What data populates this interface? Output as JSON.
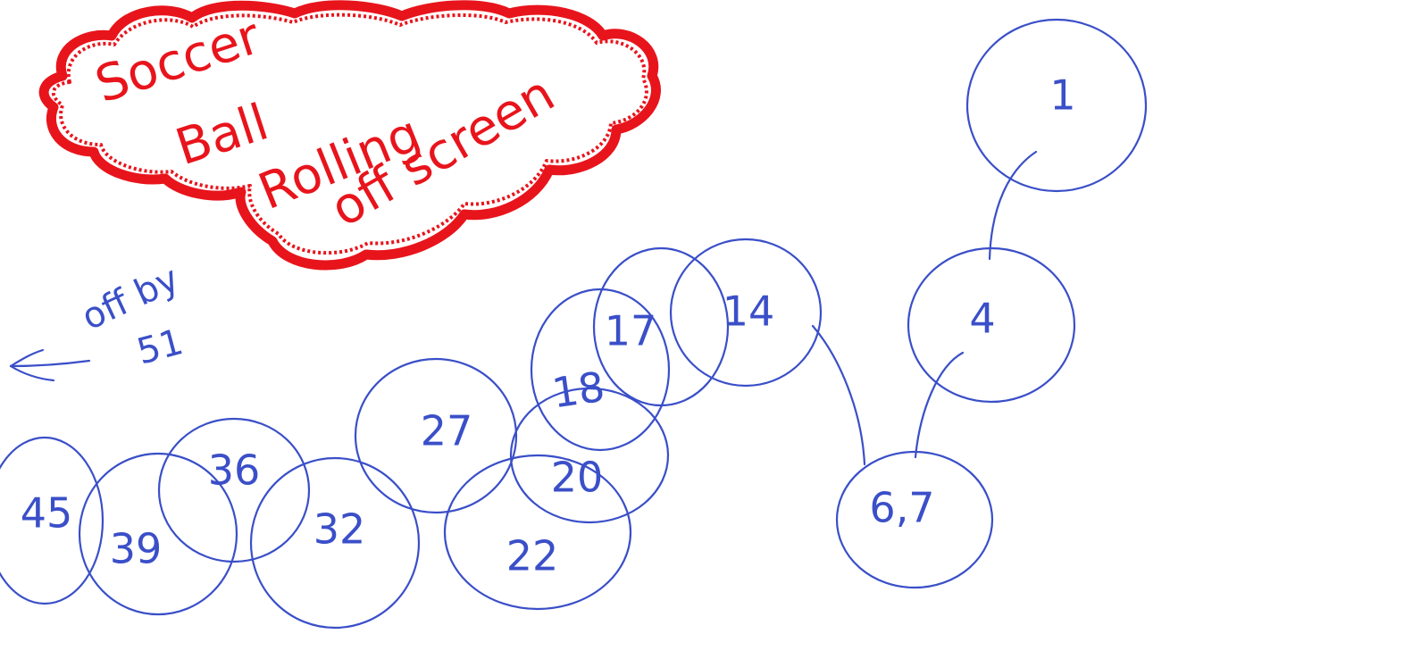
{
  "colors": {
    "ink_blue": "#3a4fc8",
    "ink_red": "#e8141c",
    "background": "#ffffff"
  },
  "cloud_note": {
    "line1": "Soccer",
    "line2": "Ball",
    "line3": "Rolling",
    "line4": "off screen"
  },
  "offset_note": {
    "line1": "off by",
    "line2": "51",
    "arrow_icon": "arrow-left-icon"
  },
  "balls": [
    {
      "label": "1"
    },
    {
      "label": "4"
    },
    {
      "label": "6,7"
    },
    {
      "label": "14"
    },
    {
      "label": "17"
    },
    {
      "label": "18"
    },
    {
      "label": "20"
    },
    {
      "label": "22"
    },
    {
      "label": "27"
    },
    {
      "label": "32"
    },
    {
      "label": "36"
    },
    {
      "label": "39"
    },
    {
      "label": "45"
    }
  ]
}
